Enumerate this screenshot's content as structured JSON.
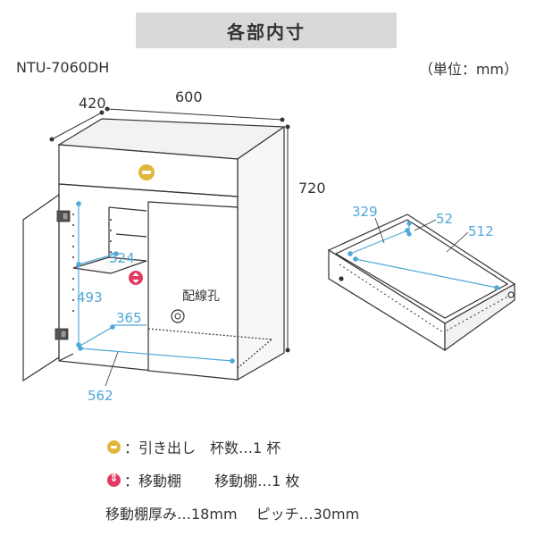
{
  "header": {
    "title": "各部内寸"
  },
  "model": "NTU-7060DH",
  "unit": "（単位：mm）",
  "dimensions": {
    "depth": "420",
    "width": "600",
    "height": "720",
    "drawer_depth": "329",
    "drawer_height": "52",
    "drawer_width": "512",
    "shelf_depth": "324",
    "interior_height": "493",
    "floor_depth": "365",
    "interior_width": "562",
    "cable_hole": "配線孔"
  },
  "legend": {
    "drawer_label": "：引き出し　杯数…1 杯",
    "shelf_label": "：移動棚　　 移動棚…1 枚",
    "note": "移動棚厚み…18mm　 ピッチ…30mm"
  },
  "colors": {
    "dimension_blue": "#4fa8d8",
    "outline": "#333333",
    "handle": "#e0b63c",
    "shelf_marker": "#e23b62"
  }
}
